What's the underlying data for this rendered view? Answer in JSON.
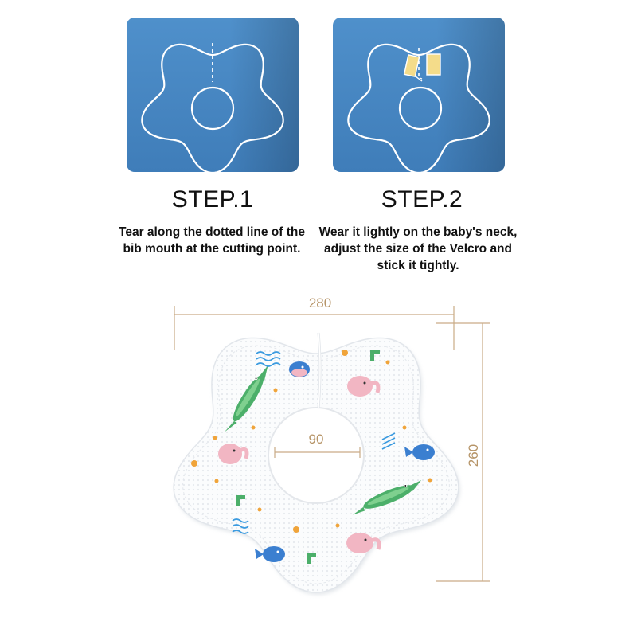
{
  "steps": [
    {
      "title": "STEP.1",
      "description": "Tear along the dotted line of the bib mouth at the cutting point.",
      "icon": "bib-outline-dotted-line-icon"
    },
    {
      "title": "STEP.2",
      "description": "Wear it lightly on the baby's neck, adjust the size of the Velcro and stick it tightly.",
      "icon": "bib-outline-velcro-icon"
    }
  ],
  "dimensions": {
    "width": "280",
    "height": "260",
    "inner": "90"
  },
  "colors": {
    "panel_top": "#4c8dc8",
    "panel_bottom": "#3f7cb8",
    "panel_edge": "#2e6aa6",
    "dimension_line": "#c9ab86",
    "dimension_text": "#b69467",
    "velcro": "#f4dc8a",
    "crocodile": "#4caf6a",
    "elephant": "#f2b6c3",
    "whale": "#3b7fd0",
    "accent_orange": "#f0a43a"
  }
}
